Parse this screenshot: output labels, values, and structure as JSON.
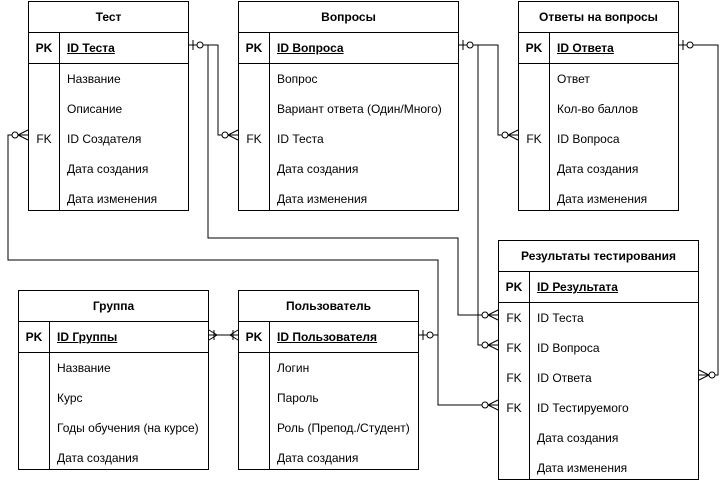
{
  "entities": {
    "test": {
      "title": "Тест",
      "pk": {
        "key": "PK",
        "name": "ID Теста"
      },
      "rows": [
        {
          "key": "",
          "name": "Название"
        },
        {
          "key": "",
          "name": "Описание"
        },
        {
          "key": "FK",
          "name": "ID Создателя"
        },
        {
          "key": "",
          "name": "Дата создания"
        },
        {
          "key": "",
          "name": "Дата изменения"
        }
      ]
    },
    "questions": {
      "title": "Вопросы",
      "pk": {
        "key": "PK",
        "name": "ID Вопроса"
      },
      "rows": [
        {
          "key": "",
          "name": "Вопрос"
        },
        {
          "key": "",
          "name": "Вариант ответа (Один/Много)"
        },
        {
          "key": "FK",
          "name": "ID Теста"
        },
        {
          "key": "",
          "name": "Дата создания"
        },
        {
          "key": "",
          "name": "Дата изменения"
        }
      ]
    },
    "answers": {
      "title": "Ответы на вопросы",
      "pk": {
        "key": "PK",
        "name": "ID Ответа"
      },
      "rows": [
        {
          "key": "",
          "name": "Ответ"
        },
        {
          "key": "",
          "name": "Кол-во баллов"
        },
        {
          "key": "FK",
          "name": "ID Вопроса"
        },
        {
          "key": "",
          "name": "Дата создания"
        },
        {
          "key": "",
          "name": "Дата изменения"
        }
      ]
    },
    "results": {
      "title": "Результаты тестирования",
      "pk": {
        "key": "PK",
        "name": "ID Результата"
      },
      "rows": [
        {
          "key": "FK",
          "name": "ID Теста"
        },
        {
          "key": "FK",
          "name": "ID Вопроса"
        },
        {
          "key": "FK",
          "name": "ID Ответа"
        },
        {
          "key": "FK",
          "name": "ID Тестируемого"
        },
        {
          "key": "",
          "name": "Дата создания"
        },
        {
          "key": "",
          "name": "Дата изменения"
        }
      ]
    },
    "group": {
      "title": "Группа",
      "pk": {
        "key": "PK",
        "name": "ID Группы"
      },
      "rows": [
        {
          "key": "",
          "name": "Название"
        },
        {
          "key": "",
          "name": "Курс"
        },
        {
          "key": "",
          "name": "Годы обучения (на курсе)"
        },
        {
          "key": "",
          "name": "Дата создания"
        }
      ]
    },
    "user": {
      "title": "Пользователь",
      "pk": {
        "key": "PK",
        "name": "ID Пользователя"
      },
      "rows": [
        {
          "key": "",
          "name": "Логин"
        },
        {
          "key": "",
          "name": "Пароль"
        },
        {
          "key": "",
          "name": "Роль (Препод./Студент)"
        },
        {
          "key": "",
          "name": "Дата создания"
        }
      ]
    }
  }
}
